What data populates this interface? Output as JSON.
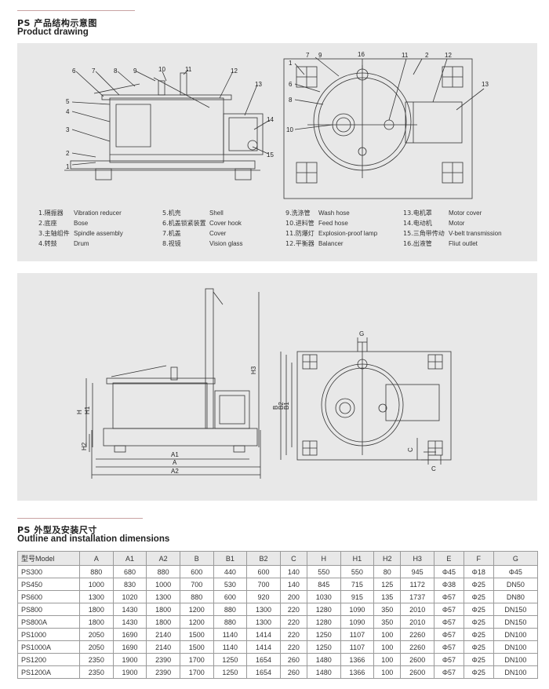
{
  "section1": {
    "title_cn": "PS 产品结构示意图",
    "title_en": "Product drawing"
  },
  "section2": {
    "title_cn": "PS 外型及安装尺寸",
    "title_en": "Outline and installation dimensions"
  },
  "drawing1": {
    "side_callouts": [
      "1",
      "2",
      "3",
      "4",
      "5",
      "6",
      "7",
      "8",
      "9",
      "10",
      "11",
      "12",
      "13",
      "14",
      "15"
    ],
    "top_callouts": [
      "1",
      "2",
      "6",
      "7",
      "8",
      "9",
      "10",
      "11",
      "12",
      "13",
      "16"
    ]
  },
  "legend": [
    {
      "cn": "1.隔振器",
      "en": "Vibration reducer"
    },
    {
      "cn": "2.底座",
      "en": "Bose"
    },
    {
      "cn": "3.主轴组件",
      "en": "Spindle assembly"
    },
    {
      "cn": "4.转鼓",
      "en": "Drum"
    },
    {
      "cn": "5.机壳",
      "en": "Shell"
    },
    {
      "cn": "6.机盖锁紧装置",
      "en": "Cover hook"
    },
    {
      "cn": "7.机盖",
      "en": "Cover"
    },
    {
      "cn": "8.视镜",
      "en": "Vision glass"
    },
    {
      "cn": "9.洗涤管",
      "en": "Wash hose"
    },
    {
      "cn": "10.进料管",
      "en": "Feed hose"
    },
    {
      "cn": "11.防爆灯",
      "en": "Explosion-proof lamp"
    },
    {
      "cn": "12.平衡器",
      "en": "Balancer"
    },
    {
      "cn": "13.电机罩",
      "en": "Motor cover"
    },
    {
      "cn": "14.电动机",
      "en": "Motor"
    },
    {
      "cn": "15.三角带传动",
      "en": "V-belt transmission"
    },
    {
      "cn": "16.出液管",
      "en": "Fliut outlet"
    }
  ],
  "drawing2": {
    "side_dims": {
      "a1": "A1",
      "a": "A",
      "a2": "A2",
      "h": "H",
      "h1": "H1",
      "h2": "H2",
      "h3": "H3"
    },
    "top_dims": {
      "b": "B",
      "b1": "B1",
      "b2": "B2",
      "c": "C",
      "c_side": "C",
      "g": "G"
    }
  },
  "table": {
    "headers": [
      "型号Model",
      "A",
      "A1",
      "A2",
      "B",
      "B1",
      "B2",
      "C",
      "H",
      "H1",
      "H2",
      "H3",
      "E",
      "F",
      "G"
    ],
    "rows": [
      [
        "PS300",
        "880",
        "680",
        "880",
        "600",
        "440",
        "600",
        "140",
        "550",
        "550",
        "80",
        "945",
        "Φ45",
        "Φ18",
        "Φ45"
      ],
      [
        "PS450",
        "1000",
        "830",
        "1000",
        "700",
        "530",
        "700",
        "140",
        "845",
        "715",
        "125",
        "1172",
        "Φ38",
        "Φ25",
        "DN50"
      ],
      [
        "PS600",
        "1300",
        "1020",
        "1300",
        "880",
        "600",
        "920",
        "200",
        "1030",
        "915",
        "135",
        "1737",
        "Φ57",
        "Φ25",
        "DN80"
      ],
      [
        "PS800",
        "1800",
        "1430",
        "1800",
        "1200",
        "880",
        "1300",
        "220",
        "1280",
        "1090",
        "350",
        "2010",
        "Φ57",
        "Φ25",
        "DN150"
      ],
      [
        "PS800A",
        "1800",
        "1430",
        "1800",
        "1200",
        "880",
        "1300",
        "220",
        "1280",
        "1090",
        "350",
        "2010",
        "Φ57",
        "Φ25",
        "DN150"
      ],
      [
        "PS1000",
        "2050",
        "1690",
        "2140",
        "1500",
        "1140",
        "1414",
        "220",
        "1250",
        "1107",
        "100",
        "2260",
        "Φ57",
        "Φ25",
        "DN100"
      ],
      [
        "PS1000A",
        "2050",
        "1690",
        "2140",
        "1500",
        "1140",
        "1414",
        "220",
        "1250",
        "1107",
        "100",
        "2260",
        "Φ57",
        "Φ25",
        "DN100"
      ],
      [
        "PS1200",
        "2350",
        "1900",
        "2390",
        "1700",
        "1250",
        "1654",
        "260",
        "1480",
        "1366",
        "100",
        "2600",
        "Φ57",
        "Φ25",
        "DN100"
      ],
      [
        "PS1200A",
        "2350",
        "1900",
        "2390",
        "1700",
        "1250",
        "1654",
        "260",
        "1480",
        "1366",
        "100",
        "2600",
        "Φ57",
        "Φ25",
        "DN100"
      ]
    ]
  },
  "colors": {
    "panel": "#e8e8e8",
    "rule": "#c9a3a3",
    "line": "#333333"
  }
}
